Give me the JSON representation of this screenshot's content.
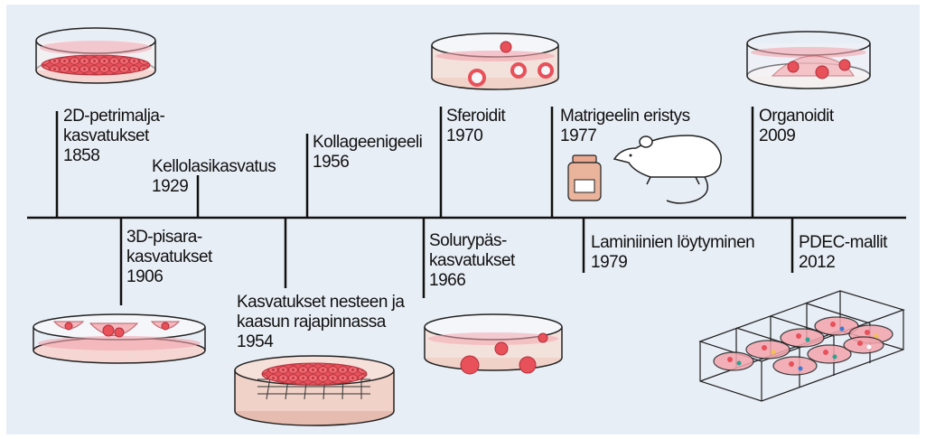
{
  "colors": {
    "panel": "#e8eef6",
    "cell_fill": "#e8505a",
    "cell_stroke": "#b0303a",
    "pink_band": "#f4a5ae",
    "tissue": "#f3c9c2",
    "axis": "#111111"
  },
  "events": [
    {
      "id": "petri",
      "lines": [
        "2D-petrimalja-",
        "kasvatukset",
        "1858"
      ]
    },
    {
      "id": "drop",
      "lines": [
        "3D-pisara-",
        "kasvatukset",
        "1906"
      ]
    },
    {
      "id": "watchglass",
      "lines": [
        "Kellolasikasvatus",
        "1929"
      ]
    },
    {
      "id": "airliquid",
      "lines": [
        "Kasvatukset nesteen ja",
        "kaasun rajapinnassa",
        "1954"
      ]
    },
    {
      "id": "collagen",
      "lines": [
        "Kollageenigeeli",
        "1956"
      ]
    },
    {
      "id": "rotating",
      "lines": [
        "Solurypäs-",
        "kasvatukset",
        "1966"
      ]
    },
    {
      "id": "spheroid",
      "lines": [
        "Sferoidit",
        "1970"
      ]
    },
    {
      "id": "matrigel",
      "lines": [
        "Matrigeelin eristys",
        "1977"
      ]
    },
    {
      "id": "laminin",
      "lines": [
        "Laminiinien löytyminen",
        "1979"
      ]
    },
    {
      "id": "organoid",
      "lines": [
        "Organoidit",
        "2009"
      ]
    },
    {
      "id": "pdec",
      "lines": [
        "PDEC-mallit",
        "2012"
      ]
    }
  ],
  "icons": [
    "petri-dish-monolayer-icon",
    "hanging-drop-dish-icon",
    "air-liquid-interface-dish-icon",
    "rotating-aggregate-dish-icon",
    "spheroid-dish-icon",
    "matrigel-bottle-icon",
    "mouse-icon",
    "organoid-dish-icon",
    "pdec-well-grid-icon"
  ]
}
